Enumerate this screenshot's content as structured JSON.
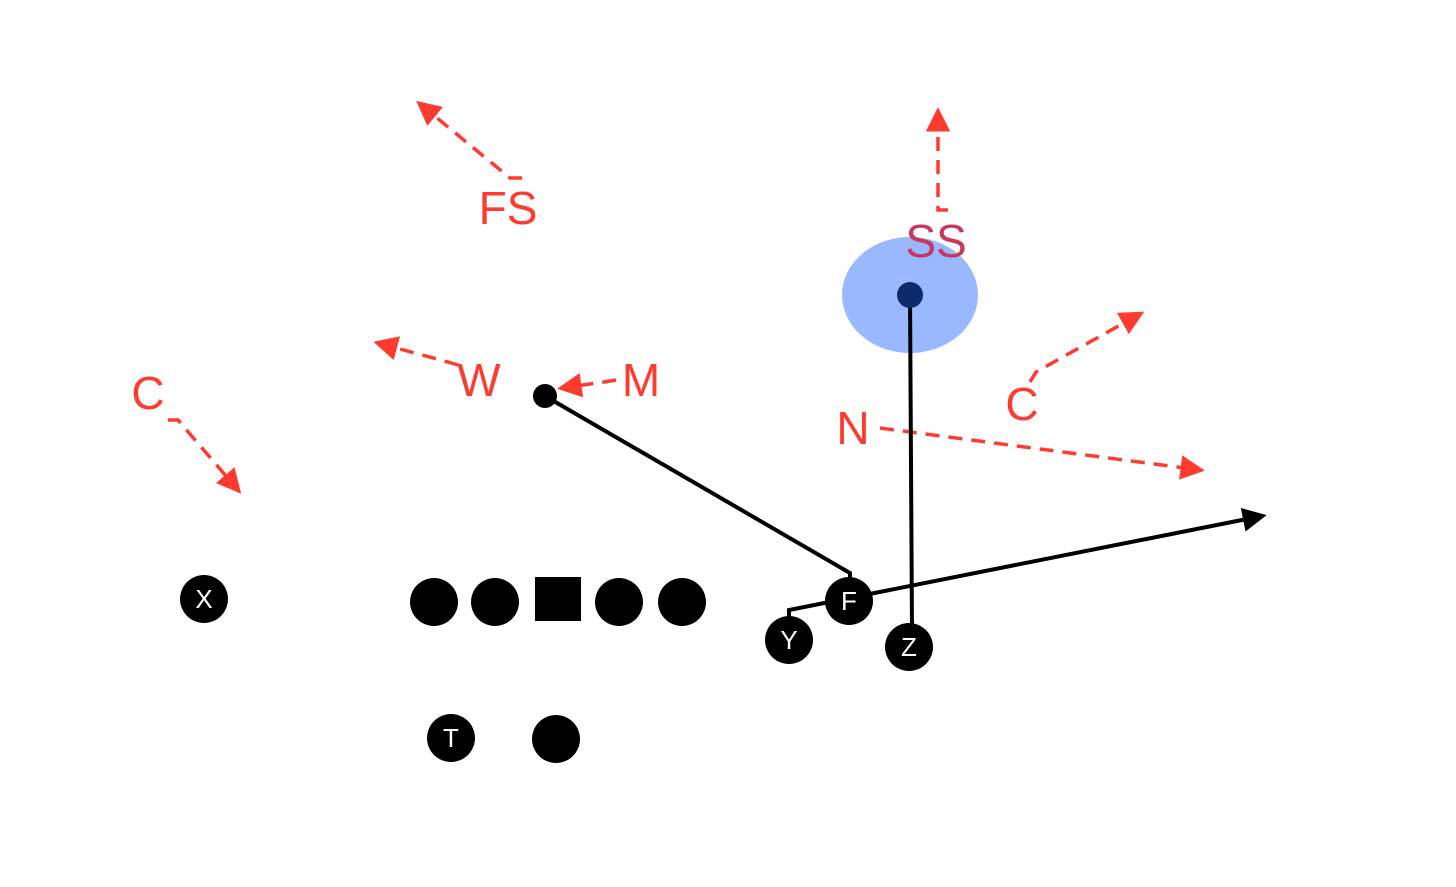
{
  "defenders": [
    {
      "label": "FS"
    },
    {
      "label": "SS"
    },
    {
      "label": "W"
    },
    {
      "label": "M"
    },
    {
      "label": "C"
    },
    {
      "label": "C"
    },
    {
      "label": "N"
    }
  ],
  "offense": {
    "receivers": [
      {
        "label": "X"
      },
      {
        "label": "F"
      },
      {
        "label": "Y"
      },
      {
        "label": "Z"
      },
      {
        "label": "T"
      }
    ]
  },
  "colors": {
    "defense": "#ff3b30",
    "offense": "#000000",
    "highlight": "#8fb0ff",
    "highlight_dot": "#0d2a6b"
  }
}
